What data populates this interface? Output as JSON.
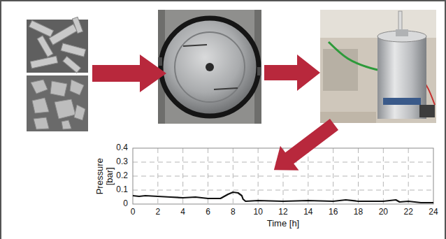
{
  "diagram": {
    "labels": [
      "Pressure [bar]",
      "0.4",
      "0.3",
      "0.2",
      "0.1",
      "0",
      "0",
      "2",
      "4",
      "6",
      "8",
      "10",
      "12",
      "14",
      "16",
      "18",
      "20",
      "22",
      "24",
      "Time [h]"
    ]
  }
}
